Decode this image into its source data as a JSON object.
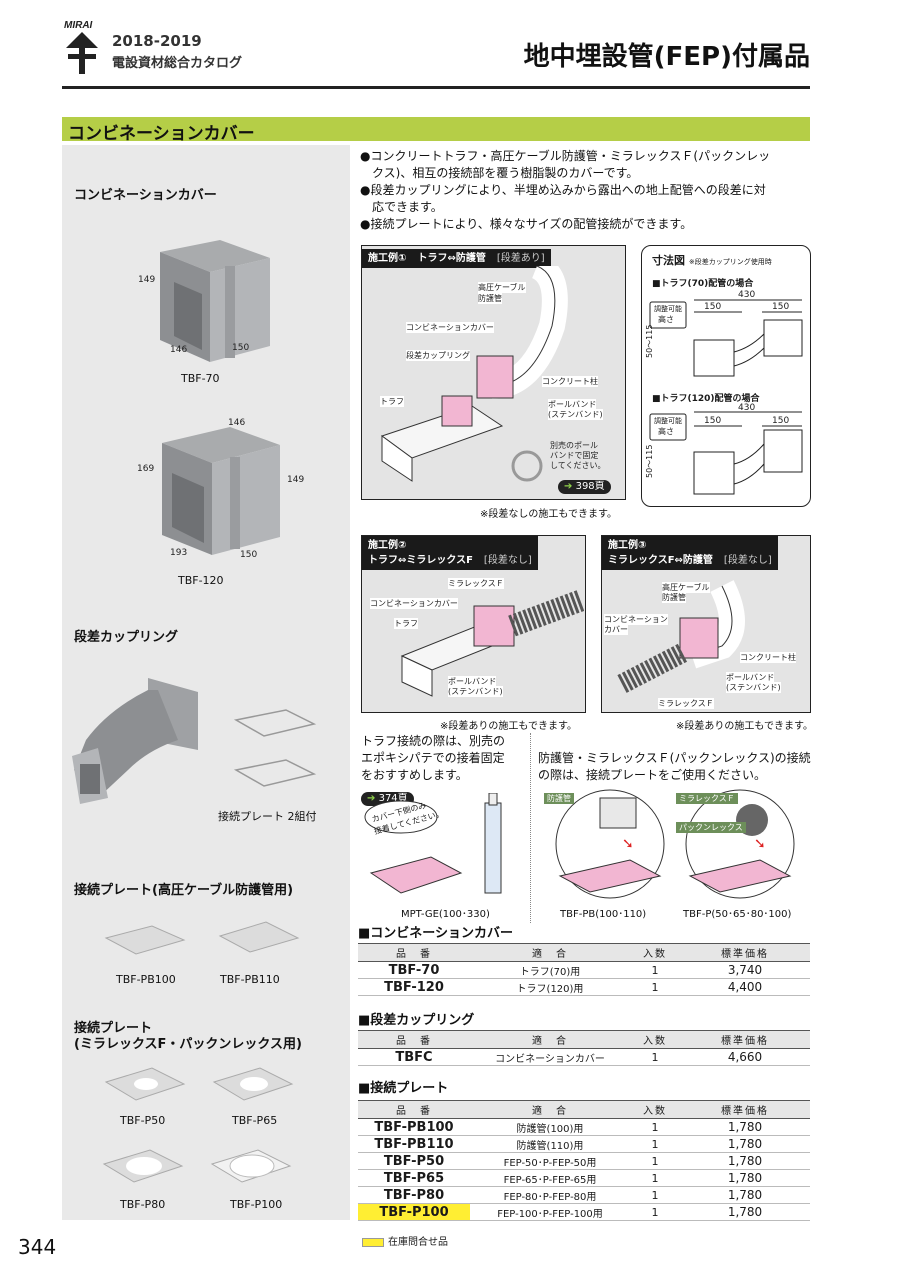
{
  "header": {
    "brand": "MIRAI",
    "year": "2018-2019",
    "catalog": "電設資材総合カタログ",
    "page_title": "地中埋設管(FEP)付属品"
  },
  "section_title": "コンビネーションカバー",
  "left": {
    "combo_title": "コンビネーションカバー",
    "tbf70": {
      "label": "TBF-70",
      "d1": "149",
      "d2": "146",
      "d3": "150"
    },
    "tbf120": {
      "label": "TBF-120",
      "d1": "146",
      "d2": "169",
      "d3": "149",
      "d4": "193",
      "d5": "150"
    },
    "coupling_title": "段差カップリング",
    "plate_note": "接続プレート 2組付",
    "pb_title": "接続プレート(高圧ケーブル防護管用)",
    "pb100": "TBF-PB100",
    "pb110": "TBF-PB110",
    "p_title1": "接続プレート",
    "p_title2": "(ミラレックスF・パックンレックス用)",
    "p50": "TBF-P50",
    "p65": "TBF-P65",
    "p80": "TBF-P80",
    "p100": "TBF-P100"
  },
  "bullets": [
    "●コンクリートトラフ・高圧ケーブル防護管・ミラレックスＦ(パックンレッ",
    "　クス)、相互の接続部を覆う樹脂製のカバーです。",
    "●段差カップリングにより、半埋め込みから露出への地上配管への段差に対",
    "　応できます。",
    "●接続プレートにより、様々なサイズの配管接続ができます。"
  ],
  "ex1": {
    "h1": "施工例①",
    "h2": "トラフ⇔防護管",
    "h3": "[段差あり]",
    "tag_cable": "高圧ケーブル",
    "tag_cable2": "防護管",
    "tag_cover": "コンビネーションカバー",
    "tag_coupling": "段差カップリング",
    "tag_concrete": "コンクリート柱",
    "tag_trough": "トラフ",
    "tag_band": "ポールバンド",
    "tag_band2": "(ステンバンド)",
    "sep1": "別売のポール",
    "sep2": "バンドで固定",
    "sep3": "してください。",
    "ref": "398頁",
    "note": "※段差なしの施工もできます。"
  },
  "dims": {
    "title": "寸法図",
    "title_note": "※段差カップリング使用時",
    "case1": "■トラフ(70)配管の場合",
    "case2": "■トラフ(120)配管の場合",
    "total": "430",
    "left": "150",
    "right": "150",
    "adj1": "調整可能",
    "adj2": "高さ",
    "range": "50～115"
  },
  "ex2": {
    "h1": "施工例②",
    "h2": "トラフ⇔ミラレックスF",
    "h3": "[段差なし]",
    "tag_mira": "ミラレックスＦ",
    "tag_cover": "コンビネーションカバー",
    "tag_trough": "トラフ",
    "tag_band": "ポールバンド",
    "tag_band2": "(ステンバンド)",
    "note": "※段差ありの施工もできます。"
  },
  "ex3": {
    "h1": "施工例③",
    "h2": "ミラレックスF⇔防護管",
    "h3": "[段差なし]",
    "tag_cable": "高圧ケーブル",
    "tag_cable2": "防護管",
    "tag_cover": "コンビネーション",
    "tag_cover2": "カバー",
    "tag_concrete": "コンクリート柱",
    "tag_band": "ポールバンド",
    "tag_band2": "(ステンバンド)",
    "tag_mira": "ミラレックスＦ",
    "note": "※段差ありの施工もできます。"
  },
  "tips": {
    "t1": "トラフ接続の際は、別売の",
    "t2": "エポキシパテでの接着固定",
    "t3": "をおすすめします。",
    "ref": "374頁",
    "bubble1": "カバー下側のみ",
    "bubble2": "接着してください。",
    "mpt": "MPT-GE(100･330)",
    "r1": "防護管・ミラレックスＦ(パックンレックス)の接続",
    "r2": "の際は、接続プレートをご使用ください。",
    "lbl_pipe": "防護管",
    "lbl_mira": "ミラレックスＦ",
    "lbl_pack": "パックンレックス",
    "cap_pb": "TBF-PB(100･110)",
    "cap_p": "TBF-P(50･65･80･100)"
  },
  "tables": {
    "headers": {
      "code": "品　番",
      "fit": "適　合",
      "qty": "入数",
      "price": "標準価格"
    },
    "combo": {
      "title": "■コンビネーションカバー",
      "rows": [
        {
          "code": "TBF-70",
          "fit": "トラフ(70)用",
          "qty": "1",
          "price": "3,740"
        },
        {
          "code": "TBF-120",
          "fit": "トラフ(120)用",
          "qty": "1",
          "price": "4,400"
        }
      ]
    },
    "coupling": {
      "title": "■段差カップリング",
      "rows": [
        {
          "code": "TBFC",
          "fit": "コンビネーションカバー",
          "qty": "1",
          "price": "4,660"
        }
      ]
    },
    "plate": {
      "title": "■接続プレート",
      "rows": [
        {
          "code": "TBF-PB100",
          "fit": "防護管(100)用",
          "qty": "1",
          "price": "1,780"
        },
        {
          "code": "TBF-PB110",
          "fit": "防護管(110)用",
          "qty": "1",
          "price": "1,780"
        },
        {
          "code": "TBF-P50",
          "fit": "FEP-50･P-FEP-50用",
          "qty": "1",
          "price": "1,780"
        },
        {
          "code": "TBF-P65",
          "fit": "FEP-65･P-FEP-65用",
          "qty": "1",
          "price": "1,780"
        },
        {
          "code": "TBF-P80",
          "fit": "FEP-80･P-FEP-80用",
          "qty": "1",
          "price": "1,780"
        },
        {
          "code": "TBF-P100",
          "fit": "FEP-100･P-FEP-100用",
          "qty": "1",
          "price": "1,780"
        }
      ]
    }
  },
  "legend": "在庫問合せ品",
  "page_number": "344",
  "colors": {
    "accent": "#b5ce47",
    "highlight": "#ffee33",
    "pink": "#f2b6d2"
  }
}
